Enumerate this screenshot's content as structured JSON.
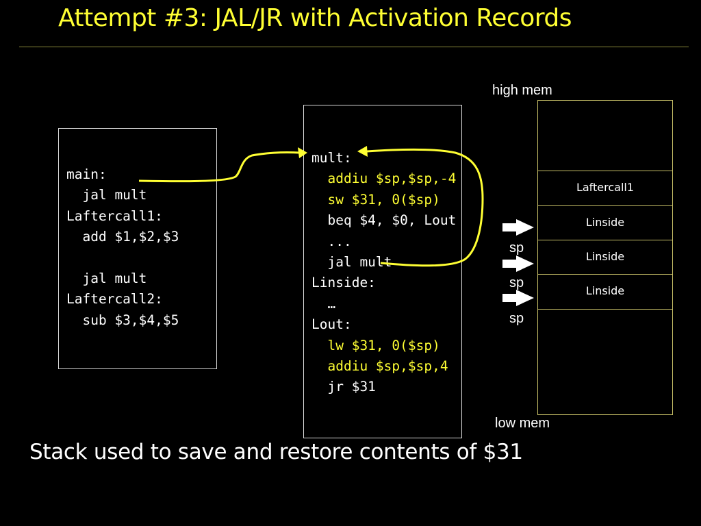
{
  "title": "Attempt #3: JAL/JR with Activation Records",
  "main_code": [
    {
      "text": "main:",
      "color": "white"
    },
    {
      "text": "  jal mult",
      "color": "white"
    },
    {
      "text": "Laftercall1:",
      "color": "white"
    },
    {
      "text": "  add $1,$2,$3",
      "color": "white"
    },
    {
      "text": "",
      "color": "white"
    },
    {
      "text": "  jal mult",
      "color": "white"
    },
    {
      "text": "Laftercall2:",
      "color": "white"
    },
    {
      "text": "  sub $3,$4,$5",
      "color": "white"
    }
  ],
  "mult_code": [
    {
      "text": "mult:",
      "color": "white"
    },
    {
      "text": "  addiu $sp,$sp,-4",
      "color": "yellow"
    },
    {
      "text": "  sw $31, 0($sp)",
      "color": "yellow"
    },
    {
      "text": "  beq $4, $0, Lout",
      "color": "white"
    },
    {
      "text": "  ...",
      "color": "white"
    },
    {
      "text": "  jal mult",
      "color": "white"
    },
    {
      "text": "Linside:",
      "color": "white"
    },
    {
      "text": "  …",
      "color": "white"
    },
    {
      "text": "Lout:",
      "color": "white"
    },
    {
      "text": "  lw $31, 0($sp)",
      "color": "yellow"
    },
    {
      "text": "  addiu $sp,$sp,4",
      "color": "yellow"
    },
    {
      "text": "  jr $31",
      "color": "white"
    }
  ],
  "memory": {
    "high_label": "high mem",
    "low_label": "low mem",
    "cells": [
      "Laftercall1",
      "Linside",
      "Linside",
      "Linside"
    ],
    "sp_label": "sp"
  },
  "footer": "Stack used to save and restore contents of $31",
  "colors": {
    "accent": "#ffff33",
    "background": "#000000",
    "text": "#ffffff"
  }
}
